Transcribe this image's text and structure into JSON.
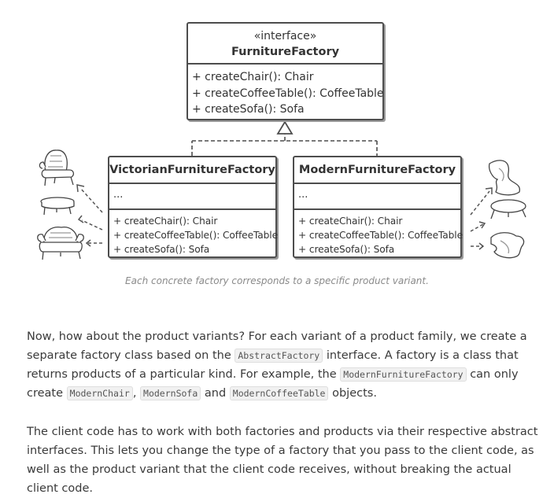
{
  "diagram": {
    "interface": {
      "stereotype": "«interface»",
      "name": "FurnitureFactory",
      "methods": [
        "+ createChair(): Chair",
        "+ createCoffeeTable(): CoffeeTable",
        "+ createSofa(): Sofa"
      ]
    },
    "victorian": {
      "name": "VictorianFurnitureFactory",
      "fields": "...",
      "methods": [
        "+ createChair(): Chair",
        "+ createCoffeeTable(): CoffeeTable",
        "+ createSofa(): Sofa"
      ]
    },
    "modern": {
      "name": "ModernFurnitureFactory",
      "fields": "...",
      "methods": [
        "+ createChair(): Chair",
        "+ createCoffeeTable(): CoffeeTable",
        "+ createSofa(): Sofa"
      ]
    },
    "icons": {
      "victorian": [
        "victorian-chair-icon",
        "victorian-coffee-table-icon",
        "victorian-sofa-icon"
      ],
      "modern": [
        "modern-chair-icon",
        "modern-coffee-table-icon",
        "modern-sofa-icon"
      ]
    },
    "caption": "Each concrete factory corresponds to a specific product variant."
  },
  "text": {
    "p1": {
      "t1": "Now, how about the product variants? For each variant of a product family, we create a separate factory class based on the ",
      "c1": "AbstractFactory",
      "t2": " interface. A factory is a class that returns products of a particular kind. For example, the ",
      "c2": "ModernFurnitureFactory",
      "t3": " can only create ",
      "c3": "ModernChair",
      "t4": ", ",
      "c4": "ModernSofa",
      "t5": " and ",
      "c5": "ModernCoffeeTable",
      "t6": " objects."
    },
    "p2": "The client code has to work with both factories and products via their respective abstract interfaces. This lets you change the type of a factory that you pass to the client code, as well as the product variant that the client code receives, without breaking the actual client code."
  },
  "colors": {
    "border": "#4d4d4d",
    "text": "#333333",
    "caption": "#8a8a8a",
    "code_bg": "#f1f1f1"
  }
}
